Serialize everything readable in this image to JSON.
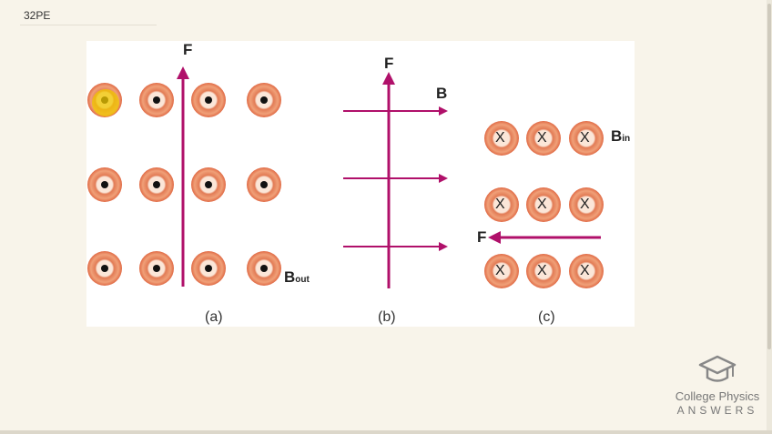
{
  "slide_label": "32PE",
  "figure": {
    "force_label": "F",
    "field_label": "B",
    "bout_main": "B",
    "bout_sub": "out",
    "bin_main": "B",
    "bin_sub": "in",
    "cross_mark": "X",
    "captions": {
      "a": "(a)",
      "b": "(b)",
      "c": "(c)"
    }
  },
  "colors": {
    "arrow": "#b0106a",
    "dot_ring_outer": "#e89a70",
    "dot_ring_inner": "#d86a45",
    "background": "#f8f4ea",
    "highlight": "#f0c800"
  },
  "logo": {
    "line1": "College Physics",
    "line2": "ANSWERS",
    "icon": "graduation-cap-icon"
  }
}
